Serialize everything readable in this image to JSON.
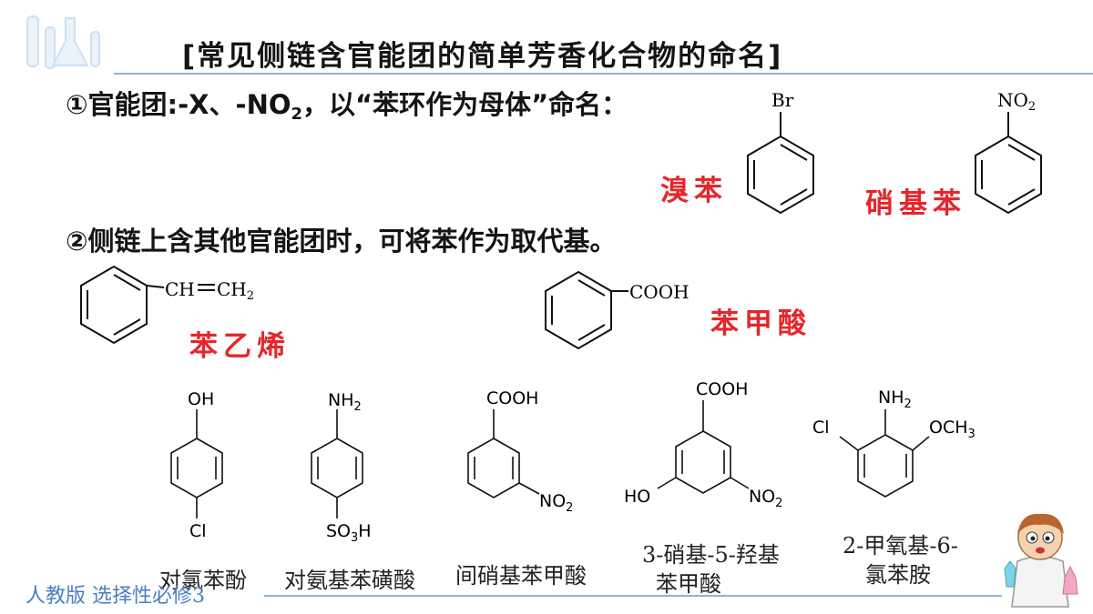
{
  "title": "[常见侧链含官能团的简单芳香化合物的命名]",
  "section1": {
    "prefix": "①官能团:-X、-NO",
    "sub": "2",
    "suffix": "，以“苯环作为母体”命名："
  },
  "section2": {
    "text": "②侧链上含其他官能团时，可将苯作为取代基。"
  },
  "names_red": {
    "bromobenzene": "溴苯",
    "nitrobenzene": "硝基苯",
    "styrene": "苯乙烯",
    "benzoic_acid": "苯甲酸"
  },
  "structure_labels": {
    "br": "Br",
    "no2": "NO",
    "no2_sub": "2",
    "styrene_a": "CH",
    "styrene_b": "CH",
    "styrene_sub": "2",
    "cooh": "COOH",
    "oh": "OH",
    "cl": "Cl",
    "nh2": "NH",
    "nh2_sub": "2",
    "so3h_a": "SO",
    "so3h_sub": "3",
    "so3h_b": "H",
    "ho": "HO",
    "och3": "OCH",
    "och3_sub": "3"
  },
  "captions": {
    "c1": "对氯苯酚",
    "c2": "对氨基苯磺酸",
    "c3": "间硝基苯甲酸",
    "c4_line1": "3-硝基-5-羟基",
    "c4_line2": "苯甲酸",
    "c5_line1": "2-甲氧基-6-",
    "c5_line2": "氯苯胺"
  },
  "footer": "人教版 选择性必修3",
  "colors": {
    "accent_red": "#e5262b",
    "rule_blue": "#8fb3d9",
    "footer_blue": "#4a7fc1"
  },
  "icons": [
    "lab-glassware-icon",
    "scientist-mascot-icon"
  ]
}
